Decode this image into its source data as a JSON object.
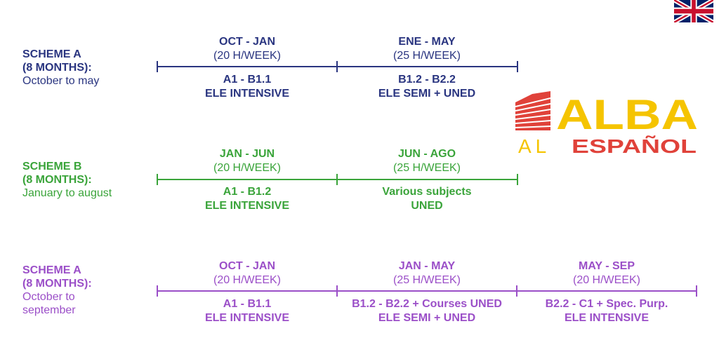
{
  "colors": {
    "scheme1": "#2a3580",
    "scheme2": "#3aa43a",
    "scheme3": "#9b4fc8",
    "logo_yellow": "#f5c400",
    "logo_red": "#e0423a"
  },
  "logo": {
    "top": "ALBA",
    "bottom_left": "AL",
    "bottom_right": "ESPAÑOL"
  },
  "flag_icon": "uk-flag-icon",
  "schemes": [
    {
      "title": "SCHEME A",
      "months": "(8 MONTHS):",
      "subtitle": [
        "October to may"
      ],
      "periods": [
        {
          "header": "OCT - JAN",
          "hours": "(20 H/WEEK)",
          "course": [
            "A1 - B1.1",
            "ELE INTENSIVE"
          ]
        },
        {
          "header": "ENE - MAY",
          "hours": "(25 H/WEEK)",
          "course": [
            "B1.2 - B2.2",
            "ELE SEMI + UNED"
          ]
        }
      ]
    },
    {
      "title": "SCHEME B",
      "months": "(8 MONTHS):",
      "subtitle": [
        "January to august"
      ],
      "periods": [
        {
          "header": "JAN - JUN",
          "hours": "(20 H/WEEK)",
          "course": [
            "A1 - B1.2",
            "ELE INTENSIVE"
          ]
        },
        {
          "header": "JUN - AGO",
          "hours": "(25 H/WEEK)",
          "course": [
            "Various subjects",
            "UNED"
          ]
        }
      ]
    },
    {
      "title": "SCHEME A",
      "months": "(8 MONTHS):",
      "subtitle": [
        "October to",
        "september"
      ],
      "periods": [
        {
          "header": "OCT - JAN",
          "hours": "(20 H/WEEK)",
          "course": [
            "A1 - B1.1",
            "ELE INTENSIVE"
          ]
        },
        {
          "header": "JAN - MAY",
          "hours": "(25 H/WEEK)",
          "course": [
            "B1.2 - B2.2 + Courses UNED",
            "ELE SEMI + UNED"
          ]
        },
        {
          "header": "MAY - SEP",
          "hours": "(20 H/WEEK)",
          "course": [
            "B2.2 - C1 + Spec. Purp.",
            "ELE INTENSIVE"
          ]
        }
      ]
    }
  ]
}
